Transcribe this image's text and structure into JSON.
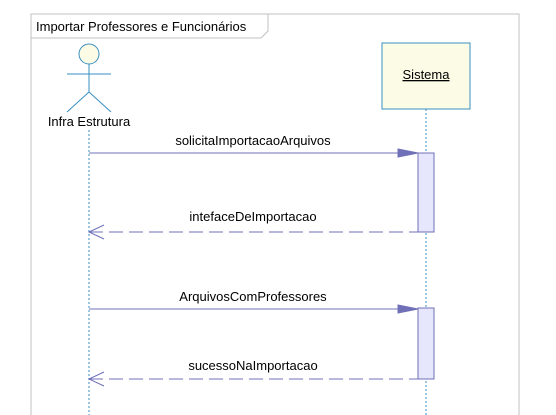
{
  "frame": {
    "title": "Importar Professores e Funcionários"
  },
  "participants": [
    {
      "id": "actor",
      "kind": "actor",
      "name": "Infra Estrutura"
    },
    {
      "id": "system",
      "kind": "object",
      "name": "Sistema"
    }
  ],
  "messages": [
    {
      "from": "actor",
      "to": "system",
      "type": "call",
      "label": "solicitaImportacaoArquivos"
    },
    {
      "from": "system",
      "to": "actor",
      "type": "return",
      "label": "intefaceDeImportacao"
    },
    {
      "from": "actor",
      "to": "system",
      "type": "call",
      "label": "ArquivosComProfessores"
    },
    {
      "from": "system",
      "to": "actor",
      "type": "return",
      "label": "sucessoNaImportacao"
    }
  ],
  "colors": {
    "frame_border": "#c0c0c0",
    "lifeline": "#3a8fc0",
    "object_border": "#3a8fc0",
    "object_fill": "#fcfce6",
    "actor_stroke": "#3a8fc0",
    "actor_head_fill": "#fcfce6",
    "message": "#7070b8",
    "activation_fill": "#e6e6fc",
    "activation_border": "#7070b8"
  }
}
